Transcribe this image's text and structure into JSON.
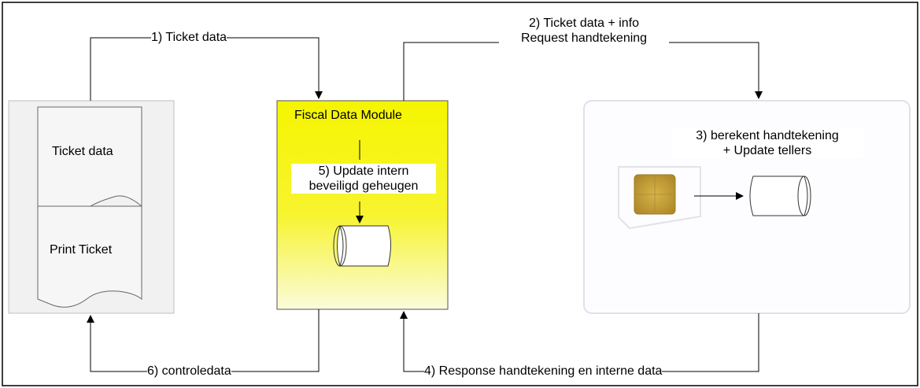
{
  "diagram": {
    "flows": {
      "ticket_data": "1) Ticket data",
      "ticket_data_info_line1": "2) Ticket data + info",
      "ticket_data_info_line2": "Request handtekening",
      "card_line1": "3) berekent handtekening",
      "card_line2": "+ Update tellers",
      "response": "4) Response handtekening en interne data",
      "fdm_line1": "5) Update intern",
      "fdm_line2": "beveiligd geheugen",
      "controledata": "6) controledata"
    },
    "printer": {
      "ticket_data_label": "Ticket data",
      "print_ticket_label": "Print Ticket"
    },
    "fdm": {
      "title": "Fiscal Data Module"
    },
    "colors": {
      "fdm_top": "#f5f500",
      "fdm_bottom": "#fafad2",
      "printer_bg": "#f2f2f2",
      "card_bg": "#ffffff",
      "chip": "#c9a43a"
    }
  }
}
